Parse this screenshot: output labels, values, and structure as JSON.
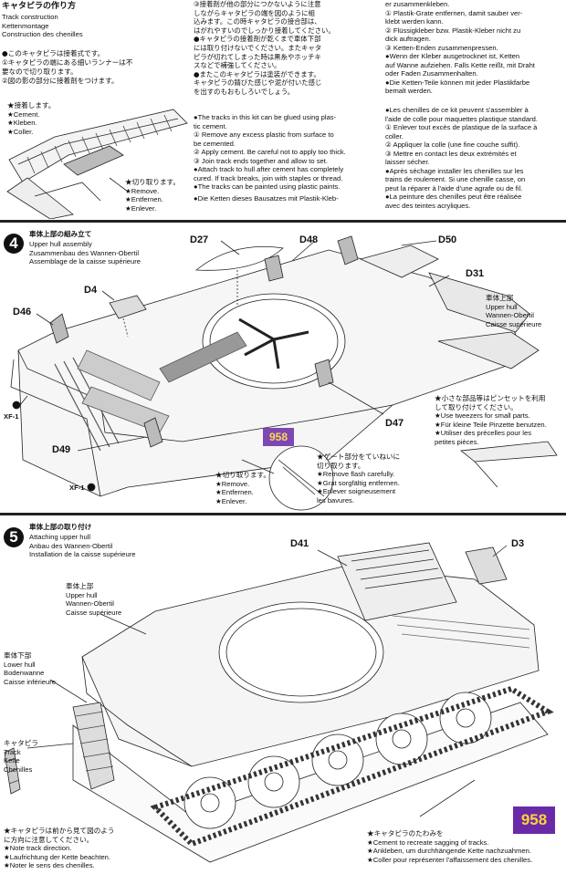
{
  "track_section": {
    "col1": {
      "jp_title": "キャタピラの作り方",
      "title_lines": [
        "Track construction",
        "Kettenmontage",
        "Construction des chenilles"
      ],
      "jp_lines": [
        "●このキャタピラは接着式です。",
        "①キャタピラの端にある細いランナーは不",
        "要なので切り取ります。",
        "②図の影の部分に接着剤をつけます。"
      ],
      "diagram_labels": {
        "cement": [
          "★接着します。",
          "★Cement.",
          "★Kleben.",
          "★Coller."
        ],
        "remove": [
          "★切り取ります。",
          "★Remove.",
          "★Entfernen.",
          "★Enlever."
        ]
      }
    },
    "col2": {
      "jp_lines": [
        "③接着剤が他の部分につかないように注意",
        "しながらキャタピラの端を図のように組",
        "込みます。この時キャタピラの接合部は、",
        "はがれやすいのでしっかり接着してください。",
        "●キャタピラの接着剤が乾くまで車体下部",
        "には取り付けないでください。またキャタ",
        "ピラが切れてしまった時は黒糸やホッチキ",
        "スなどで補強してください。",
        "●またこのキャタピラは塗装ができます。",
        "キャタピラの錆びた感じや泥が付いた感じ",
        "を出すのもおもしろいでしょう。"
      ],
      "en_lines": [
        "●The tracks in this kit can be glued using plas-",
        "tic cement.",
        "① Remove any excess plastic from surface to",
        "be cemented.",
        "② Apply cement. Be careful not to apply too thick.",
        "③ Join track ends together and allow to set.",
        "●Attach track to hull after cement has completely",
        "cured. If track breaks, join with staples or thread.",
        "●The tracks can be painted using plastic paints.",
        "●Die Ketten dieses Bausatzes mit Plastik-Kleb-"
      ]
    },
    "col3": {
      "de_lines": [
        "er zusammenkleben.",
        "① Plastik-Grate entfernen, damit sauber ver-",
        "klebt werden kann.",
        "② Flüssigkleber bzw. Plastik-Kleber nicht zu",
        "dick auftragen.",
        "③ Ketten-Enden zusammenpressen.",
        "●Wenn der Kleber ausgetrocknet ist, Ketten",
        "auf Wanne aufziehen. Falls Kette reißt, mit Draht",
        "oder Faden Zusammenhalten.",
        "●Die Ketten-Teile können mit jeder Plastikfarbe",
        "bemalt werden."
      ],
      "fr_lines": [
        "●Les chenilles de ce kit peuvent s'assembler à",
        "l'aide de colle pour maquettes plastique standard.",
        "① Enlever tout excès de plastique de la surface à",
        "coller.",
        "② Appliquer la colle (une fine couche suffit).",
        "③ Mettre en contact les deux extrémités et",
        "laisser sécher.",
        "●Après séchage installer les chenilles sur les",
        "trains de roulement. Si une chenille casse, on",
        "peut la réparer à l'aide d'une agrafe ou de fil.",
        "●La peinture des chenilles peut être réalisée",
        "avec des teintes acryliques."
      ]
    }
  },
  "step4": {
    "number": "4",
    "jp_title": "車体上部の組み立て",
    "titles": [
      "Upper hull assembly",
      "Zusammenbau des Wannen-Obertil",
      "Assemblage de la caisse supérieure"
    ],
    "parts": {
      "d27": "D27",
      "d48": "D48",
      "d50": "D50",
      "d31": "D31",
      "d4": "D4",
      "d46": "D46",
      "d47": "D47",
      "d49": "D49",
      "xf1a": "XF-1",
      "xf1b": "XF-1"
    },
    "upper_hull": [
      "車体上部",
      "Upper hull",
      "Wannen-Obertil",
      "Caisse supérieure"
    ],
    "remove": [
      "★切り取ります。",
      "★Remove.",
      "★Entfernen.",
      "★Enlever."
    ],
    "flash": [
      "★ゲート部分をていねいに",
      "切り取ります。",
      "★Remove flash carefully.",
      "★Grat sorgfältig entfernen.",
      "★Enlever soigneusement",
      "les bavures."
    ],
    "tweezers": [
      "★小さな部品等はピンセットを利用",
      "して取り付けてください。",
      "★Use tweezers for small parts.",
      "★Für kleine Teile Pinzette benutzen.",
      "★Utiliser des précelles pour les",
      "petites pièces."
    ],
    "badge": "958"
  },
  "step5": {
    "number": "5",
    "jp_title": "車体上部の取り付け",
    "titles": [
      "Attaching upper hull",
      "Anbau des Wannen-Obertil",
      "Installation de la caisse supérieure"
    ],
    "parts": {
      "d41": "D41",
      "d3": "D3"
    },
    "upper_hull": [
      "車体上部",
      "Upper hull",
      "Wannen-Obertil",
      "Caisse supérieure"
    ],
    "lower_hull": [
      "車体下部",
      "Lower hull",
      "Bodenwanne",
      "Caisse inférieure"
    ],
    "track": [
      "キャタピラ",
      "Track",
      "Kette",
      "Chenilles"
    ],
    "direction": [
      "★キャタピラは前から見て図のよう",
      "に方向に注意してください。",
      "★Note track direction.",
      "★Laufrichtung der Kette beachten.",
      "★Noter le sens des chenilles."
    ],
    "sagging": [
      "★キャタピラのたわみを",
      "★Cement to recreate sagging of tracks.",
      "★Ankleben, um durchhängende Kette nachzuahmen.",
      "★Coller pour représenter l'affaissement des chenilles."
    ],
    "badge": "958"
  }
}
